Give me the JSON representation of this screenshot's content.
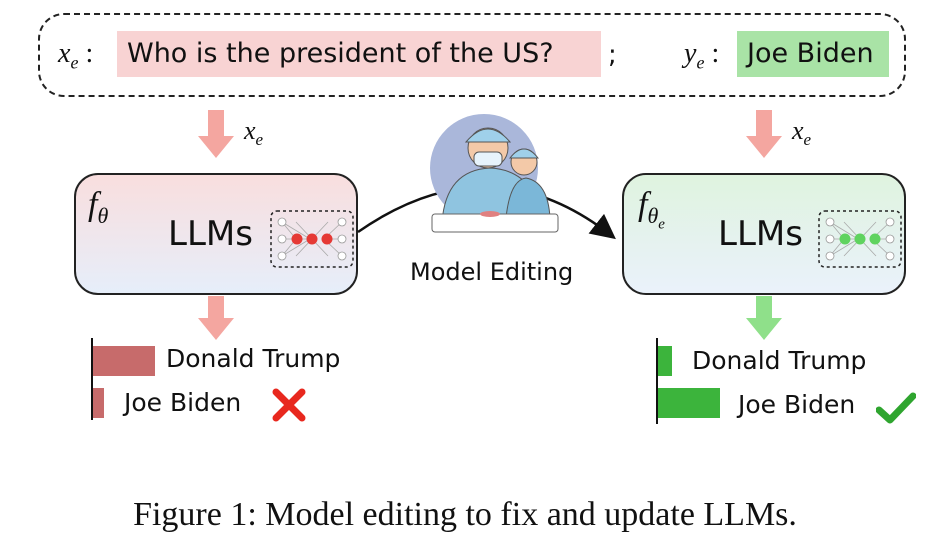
{
  "input": {
    "x_symbol": "x",
    "x_sub": "e",
    "question": "Who is the president of the US?",
    "separator": ";",
    "y_symbol": "y",
    "y_sub": "e",
    "answer": "Joe Biden"
  },
  "arrows": {
    "left_label": "x",
    "left_sub": "e",
    "right_label": "x",
    "right_sub": "e"
  },
  "model_before": {
    "symbol": "f",
    "sub": "θ",
    "label": "LLMs",
    "neuron_color": "#e53935"
  },
  "model_after": {
    "symbol": "f",
    "sub": "θ",
    "subsub": "e",
    "label": "LLMs",
    "neuron_color": "#5fd35f"
  },
  "center": {
    "label": "Model Editing",
    "icon": "surgeon-icon"
  },
  "outputs_before": {
    "items": [
      {
        "label": "Donald Trump",
        "value": 1.0
      },
      {
        "label": "Joe Biden",
        "value": 0.18
      }
    ],
    "bar_color": "#c76b6b",
    "mark": "cross-icon"
  },
  "outputs_after": {
    "items": [
      {
        "label": "Donald Trump",
        "value": 0.22
      },
      {
        "label": "Joe Biden",
        "value": 1.0
      }
    ],
    "bar_color": "#3cb43c",
    "mark": "check-icon"
  },
  "caption": "Figure 1: Model editing to fix and update LLMs."
}
